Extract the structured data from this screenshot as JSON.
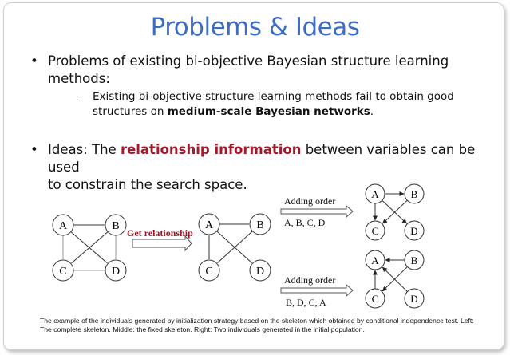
{
  "title": "Problems & Ideas",
  "bullet1": {
    "text": "Problems of existing bi-objective Bayesian structure learning",
    "text2": "methods:"
  },
  "sub1": {
    "line1": "Existing bi-objective structure learning methods fail to obtain good",
    "line2_pre": "structures on ",
    "line2_bold": "medium-scale Bayesian networks",
    "line2_post": "."
  },
  "bullet2": {
    "pre": "Ideas: The ",
    "highlight": "relationship information",
    "post": " between variables can be used",
    "line2": "to constrain the search space."
  },
  "colors": {
    "title": "#3d6cc6",
    "highlight": "#a3182a"
  },
  "figure": {
    "nodes": [
      "A",
      "B",
      "C",
      "D"
    ],
    "get_relationship": "Get relationship",
    "order1_label": "Adding order",
    "order1": "A, B, C, D",
    "order2_label": "Adding order",
    "order2": "B, D, C, A"
  },
  "caption": "The example of the individuals generated by initialization strategy based on the skeleton which obtained by conditional independence test. Left: The complete skeleton. Middle: the fixed skeleton. Right: Two individuals generated in the initial population."
}
